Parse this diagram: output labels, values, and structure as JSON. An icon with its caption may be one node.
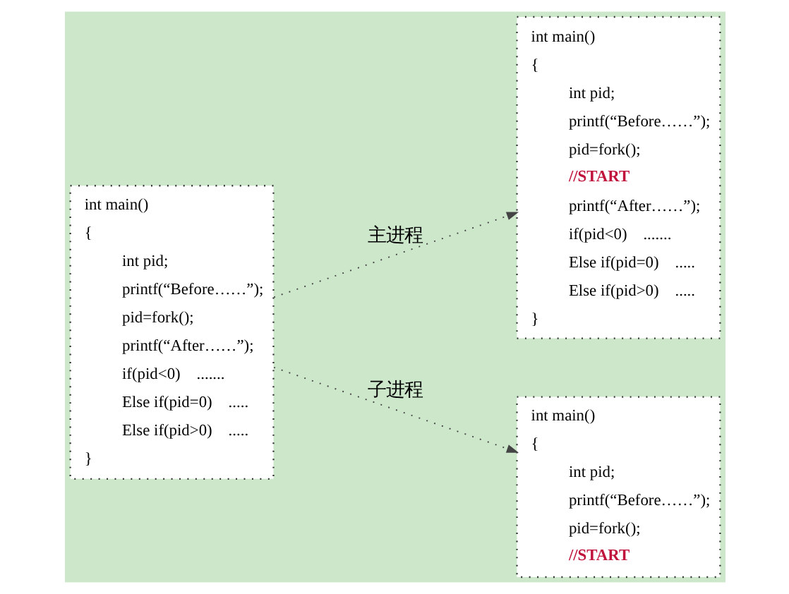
{
  "diagram": {
    "nodes": [
      {
        "text": [
          "int main()",
          "{",
          "int pid;",
          "printf(“Before……”);",
          "pid=fork();",
          "printf(“After……”);",
          "if(pid<0)    .......",
          "Else if(pid=0)    .....",
          "Else if(pid>0)    .....",
          "}"
        ]
      },
      {
        "text": [
          "int main()",
          "{",
          "int pid;",
          "printf(“Before……”);",
          "pid=fork();",
          "//START",
          "printf(“After……”);",
          "if(pid<0)    .......",
          "Else if(pid=0)    .....",
          "Else if(pid>0)    .....",
          "}"
        ]
      },
      {
        "text": [
          "int main()",
          "{",
          "int pid;",
          "printf(“Before……”);",
          "pid=fork();",
          "//START"
        ]
      }
    ],
    "edges": [
      {
        "from": 0,
        "to": 1,
        "arrow": "to",
        "label": "主进程",
        "style": "dashed"
      },
      {
        "from": 0,
        "to": 2,
        "arrow": "to",
        "label": "子进程",
        "style": "dashed"
      }
    ]
  }
}
